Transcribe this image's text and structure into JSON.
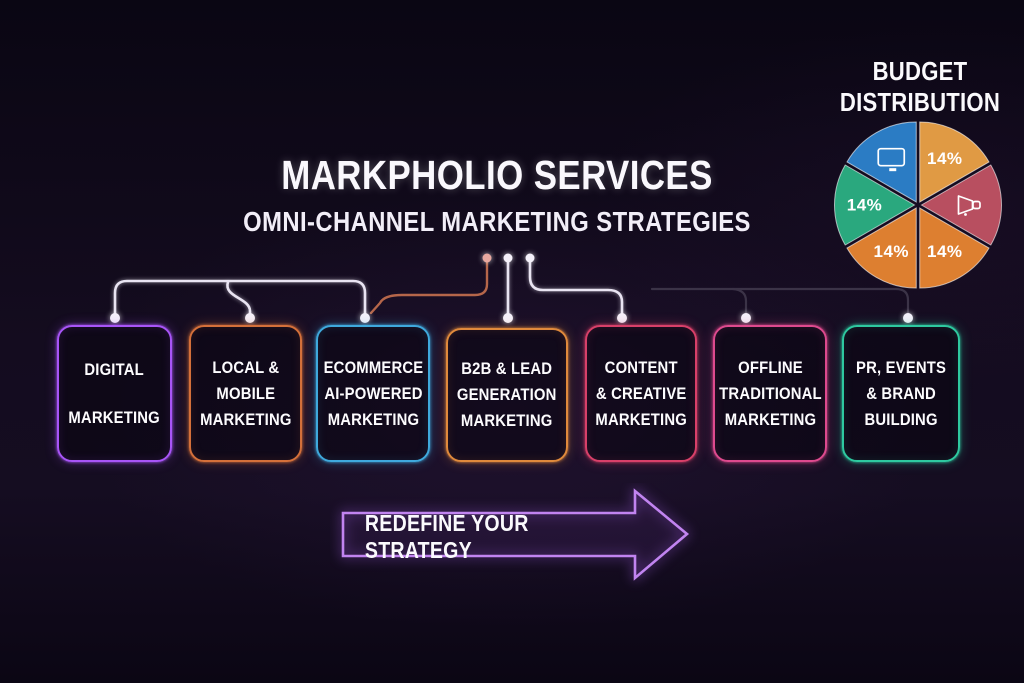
{
  "header": {
    "title": "MARKPHOLIO SERVICES",
    "subtitle": "OMNI-CHANNEL MARKETING STRATEGIES"
  },
  "budget": {
    "title_line1": "BUDGET",
    "title_line2": "DISTRIBUTION"
  },
  "chart_data": {
    "type": "pie",
    "title": "BUDGET DISTRIBUTION",
    "direction": "clockwise",
    "start_angle_deg": -90,
    "slices": [
      {
        "label": "14%",
        "value": 14,
        "color": "#e09a44",
        "icon": ""
      },
      {
        "label": "",
        "value": 14,
        "color": "#b84f60",
        "icon": "megaphone-icon"
      },
      {
        "label": "14%",
        "value": 14,
        "color": "#dd7f30",
        "icon": ""
      },
      {
        "label": "14%",
        "value": 14,
        "color": "#dd7f30",
        "icon": ""
      },
      {
        "label": "14%",
        "value": 14,
        "color": "#2aa87e",
        "icon": ""
      },
      {
        "label": "",
        "value": 14,
        "color": "#2b7cc4",
        "icon": "monitor-icon"
      }
    ]
  },
  "services": {
    "items": [
      {
        "line1": "DIGITAL",
        "line2": "MARKETING",
        "line3": "",
        "color": "#a855f7"
      },
      {
        "line1": "LOCAL &",
        "line2": "MOBILE",
        "line3": "MARKETING",
        "color": "#d4703a"
      },
      {
        "line1": "ECOMMERCE",
        "line2": "AI-POWERED",
        "line3": "MARKETING",
        "color": "#3fa9dd"
      },
      {
        "line1": "B2B & LEAD",
        "line2": "GENERATION",
        "line3": "MARKETING",
        "color": "#e08a3c"
      },
      {
        "line1": "CONTENT",
        "line2": "& CREATIVE",
        "line3": "MARKETING",
        "color": "#d84069"
      },
      {
        "line1": "OFFLINE",
        "line2": "TRADITIONAL",
        "line3": "MARKETING",
        "color": "#de4a8e"
      },
      {
        "line1": "PR, EVENTS",
        "line2": "& BRAND",
        "line3": "BUILDING",
        "color": "#2ec9a0"
      }
    ]
  },
  "cta": {
    "label": "REDEFINE YOUR STRATEGY",
    "arrow_color": "#c184f0"
  },
  "colors": {
    "background": "#0e0817",
    "connector_white": "#e9e4f2",
    "connector_orange": "#b5664a",
    "connector_faint": "#3b3347",
    "dot_salmon": "#e8a9a0"
  }
}
